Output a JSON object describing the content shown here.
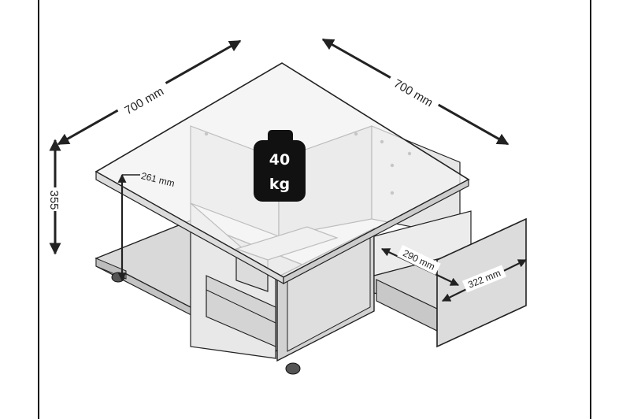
{
  "colors": {
    "ink": "#1a1a1a",
    "panel": "#e3e3e3",
    "panel_light": "#eeeeee",
    "panel_dark": "#cfcfcf",
    "glass": "#f3f3f3",
    "badge": "#111111"
  },
  "dimensions": {
    "width_left": "700 mm",
    "width_right": "700 mm",
    "height": "355",
    "shelf_height": "261 mm",
    "drawer_depth": "290 mm",
    "drawer_width": "322 mm"
  },
  "load": {
    "value": "40",
    "unit": "kg",
    "icon": "weight-icon"
  }
}
